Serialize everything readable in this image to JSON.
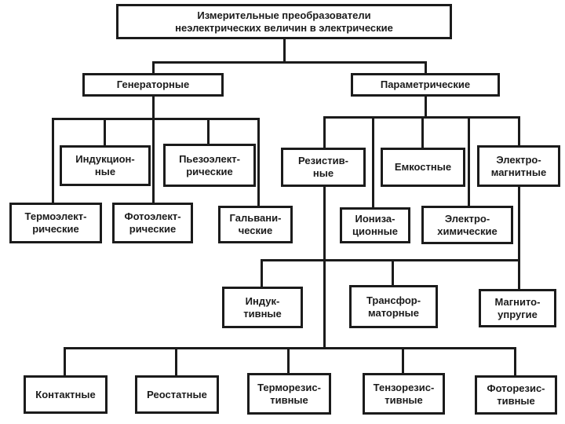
{
  "diagram": {
    "kind": "block-scheme / classification tree",
    "language": "ru",
    "colors": {
      "background": "#ffffff",
      "line": "#1b1b1b",
      "box_fill": "#ffffff",
      "text": "#1b1b1b"
    },
    "nodes": {
      "root": {
        "label": "Измерительные преобразователи\nнеэлектрических величин в электрические"
      },
      "gen": {
        "label": "Генераторные"
      },
      "par": {
        "label": "Параметрические"
      },
      "induk": {
        "label": "Индукцион-\nные"
      },
      "piezo": {
        "label": "Пьезоэлект-\nрические"
      },
      "termoel": {
        "label": "Термоэлект-\nрические"
      },
      "fotoel": {
        "label": "Фотоэлект-\nрические"
      },
      "galvan": {
        "label": "Гальвани-\nческие"
      },
      "rezist": {
        "label": "Резистив-\nные"
      },
      "emkost": {
        "label": "Емкостные"
      },
      "elmag": {
        "label": "Электро-\nмагнитные"
      },
      "ioniz": {
        "label": "Иониза-\nционные"
      },
      "elhim": {
        "label": "Электро-\nхимические"
      },
      "induktiv": {
        "label": "Индук-\nтивные"
      },
      "transform": {
        "label": "Трансфор-\nматорные"
      },
      "magnito": {
        "label": "Магнито-\nупругие"
      },
      "kontakt": {
        "label": "Контактные"
      },
      "reostat": {
        "label": "Реостатные"
      },
      "termorez": {
        "label": "Терморезис-\nтивные"
      },
      "tenzorez": {
        "label": "Тензорезис-\nтивные"
      },
      "fotorez": {
        "label": "Фоторезис-\nтивные"
      }
    },
    "edges": [
      [
        "root",
        "gen"
      ],
      [
        "root",
        "par"
      ],
      [
        "gen",
        "induk"
      ],
      [
        "gen",
        "piezo"
      ],
      [
        "gen",
        "termoel"
      ],
      [
        "gen",
        "fotoel"
      ],
      [
        "gen",
        "galvan"
      ],
      [
        "par",
        "rezist"
      ],
      [
        "par",
        "emkost"
      ],
      [
        "par",
        "elmag"
      ],
      [
        "par",
        "ioniz"
      ],
      [
        "par",
        "elhim"
      ],
      [
        "elmag",
        "induktiv"
      ],
      [
        "elmag",
        "transform"
      ],
      [
        "elmag",
        "magnito"
      ],
      [
        "rezist",
        "kontakt"
      ],
      [
        "rezist",
        "reostat"
      ],
      [
        "rezist",
        "termorez"
      ],
      [
        "rezist",
        "tenzorez"
      ],
      [
        "rezist",
        "fotorez"
      ]
    ]
  }
}
